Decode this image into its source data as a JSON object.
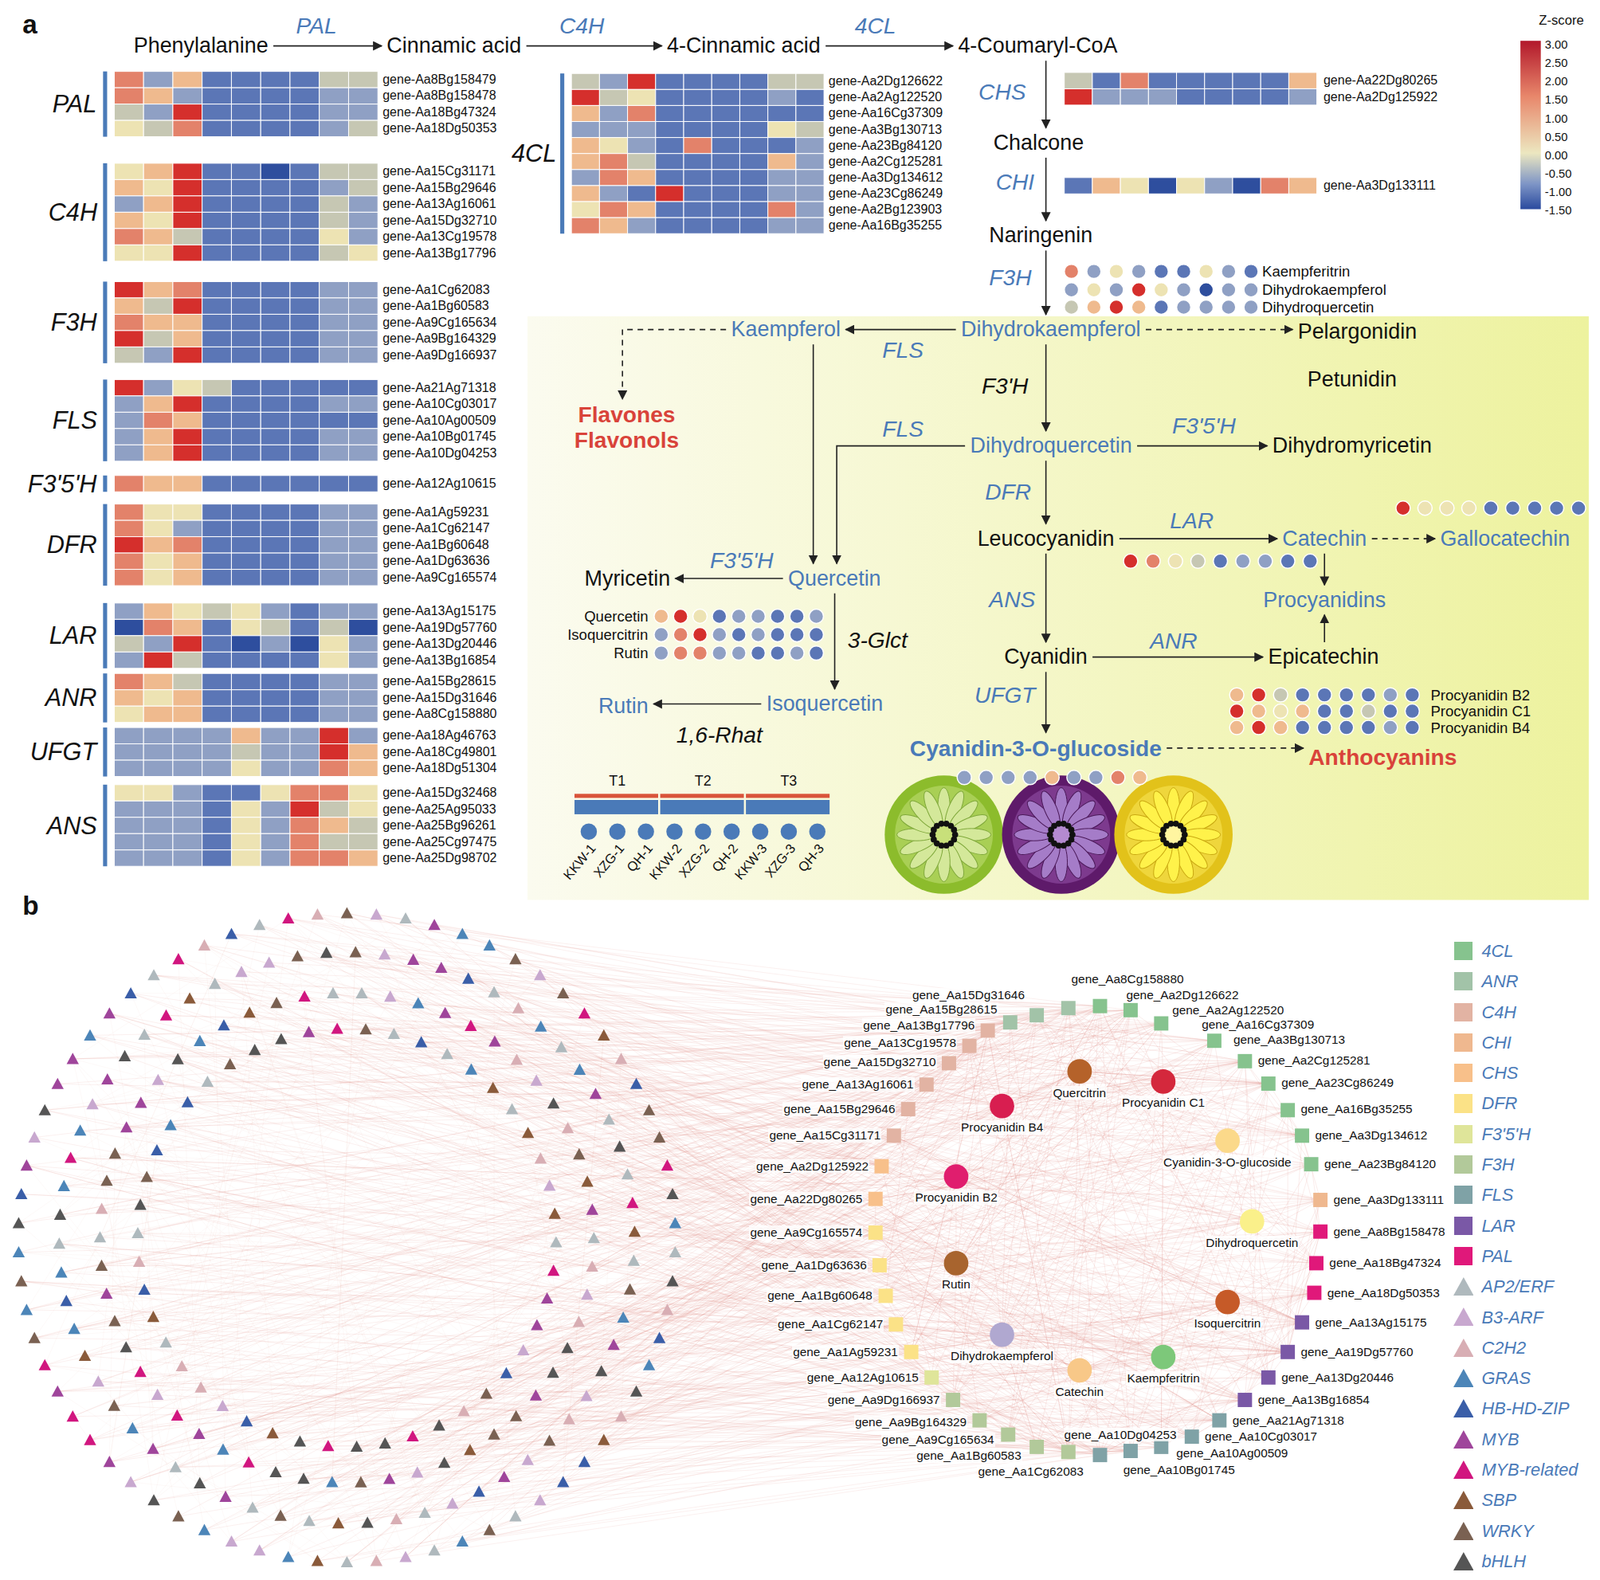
{
  "diagram": {
    "nodes": [
      {
        "text": [
          "Phenylalanine"
        ]
      },
      {
        "text": [
          "Cinnamic acid"
        ]
      },
      {
        "text": [
          "4-Cinnamic acid"
        ]
      },
      {
        "text": [
          "4-Coumaryl-CoA"
        ]
      },
      {
        "text": [
          "Chalcone"
        ]
      },
      {
        "text": [
          "Naringenin"
        ]
      },
      {
        "text": [
          "Kaempferol"
        ]
      },
      {
        "text": [
          "Dihydrokaempferol"
        ]
      },
      {
        "text": [
          "Pelargonidin"
        ]
      },
      {
        "text": [
          "Flavones Flavonols"
        ]
      },
      {
        "text": [
          "Dihydroquercetin"
        ]
      },
      {
        "text": [
          "Dihydromyricetin"
        ]
      },
      {
        "text": [
          "Leucocyanidin"
        ]
      },
      {
        "text": [
          "Catechin"
        ]
      },
      {
        "text": [
          "Gallocatechin"
        ]
      },
      {
        "text": [
          "Myricetin"
        ]
      },
      {
        "text": [
          "Quercetin"
        ]
      },
      {
        "text": [
          "Procyanidins"
        ]
      },
      {
        "text": [
          "Cyanidin"
        ]
      },
      {
        "text": [
          "Epicatechin"
        ]
      },
      {
        "text": [
          "Isoquercetin"
        ]
      },
      {
        "text": [
          "Rutin"
        ]
      },
      {
        "text": [
          "Cyanidin-3-O-glucoside"
        ]
      },
      {
        "text": [
          "Anthocyanins"
        ]
      }
    ],
    "edges": [
      {
        "from": 0,
        "to": 1,
        "label": "PAL",
        "arrow": "to"
      },
      {
        "from": 1,
        "to": 2,
        "label": "C4H",
        "arrow": "to"
      },
      {
        "from": 2,
        "to": 3,
        "label": "4CL",
        "arrow": "to"
      },
      {
        "from": 3,
        "to": 4,
        "label": "CHS",
        "arrow": "to"
      },
      {
        "from": 4,
        "to": 5,
        "label": "CHI",
        "arrow": "to"
      },
      {
        "from": 5,
        "to": 7,
        "label": "F3H",
        "arrow": "to"
      },
      {
        "from": 7,
        "to": 6,
        "label": "FLS",
        "arrow": "to"
      },
      {
        "from": 7,
        "to": 8,
        "arrow": "to"
      },
      {
        "from": 6,
        "to": 9,
        "arrow": "to"
      },
      {
        "from": 6,
        "to": 16,
        "arrow": "to"
      },
      {
        "from": 7,
        "to": 10,
        "label": "F3'H",
        "arrow": "to"
      },
      {
        "from": 10,
        "to": 16,
        "label": "FLS",
        "arrow": "to"
      },
      {
        "from": 10,
        "to": 11,
        "label": "F3'5'H",
        "arrow": "to"
      },
      {
        "from": 10,
        "to": 12,
        "label": "DFR",
        "arrow": "to"
      },
      {
        "from": 12,
        "to": 13,
        "label": "LAR",
        "arrow": "to"
      },
      {
        "from": 13,
        "to": 14,
        "arrow": "to"
      },
      {
        "from": 13,
        "to": 17,
        "arrow": "to"
      },
      {
        "from": 12,
        "to": 18,
        "label": "ANS",
        "arrow": "to"
      },
      {
        "from": 18,
        "to": 19,
        "label": "ANR",
        "arrow": "to"
      },
      {
        "from": 19,
        "to": 17,
        "arrow": "to"
      },
      {
        "from": 18,
        "to": 22,
        "label": "UFGT",
        "arrow": "to"
      },
      {
        "from": 22,
        "to": 23,
        "arrow": "to"
      },
      {
        "from": 16,
        "to": 15,
        "label": "F3'5'H",
        "arrow": "to"
      },
      {
        "from": 16,
        "to": 20,
        "label": "3-Glct",
        "arrow": "to"
      },
      {
        "from": 20,
        "to": 21,
        "label": "1,6-Rhat",
        "arrow": "to"
      }
    ],
    "labels": [
      "a",
      "Z-score",
      "3.00",
      "2.50",
      "2.00",
      "1.50",
      "1.00",
      "0.50",
      "0.00",
      "-0.50",
      "-1.00",
      "-1.50",
      "PAL",
      "gene-Aa8Bg158479",
      "gene-Aa8Bg158478",
      "gene-Aa18Bg47324",
      "gene-Aa18Dg50353",
      "C4H",
      "gene-Aa15Cg31171",
      "gene-Aa15Bg29646",
      "gene-Aa13Ag16061",
      "gene-Aa15Dg32710",
      "gene-Aa13Cg19578",
      "gene-Aa13Bg17796",
      "F3H",
      "gene-Aa1Cg62083",
      "gene-Aa1Bg60583",
      "gene-Aa9Cg165634",
      "gene-Aa9Bg164329",
      "gene-Aa9Dg166937",
      "FLS",
      "gene-Aa21Ag71318",
      "gene-Aa10Cg03017",
      "gene-Aa10Ag00509",
      "gene-Aa10Bg01745",
      "gene-Aa10Dg04253",
      "F3'5'H",
      "gene-Aa12Ag10615",
      "DFR",
      "gene-Aa1Ag59231",
      "gene-Aa1Cg62147",
      "gene-Aa1Bg60648",
      "gene-Aa1Dg63636",
      "gene-Aa9Cg165574",
      "LAR",
      "gene-Aa13Ag15175",
      "gene-Aa19Dg57760",
      "gene-Aa13Dg20446",
      "gene-Aa13Bg16854",
      "ANR",
      "gene-Aa15Bg28615",
      "gene-Aa15Dg31646",
      "gene-Aa8Cg158880",
      "UFGT",
      "gene-Aa18Ag46763",
      "gene-Aa18Cg49801",
      "gene-Aa18Dg51304",
      "ANS",
      "gene-Aa15Dg32468",
      "gene-Aa25Ag95033",
      "gene-Aa25Bg96261",
      "gene-Aa25Cg97475",
      "gene-Aa25Dg98702",
      "4CL",
      "gene-Aa2Dg126622",
      "gene-Aa2Ag122520",
      "gene-Aa16Cg37309",
      "gene-Aa3Bg130713",
      "gene-Aa23Bg84120",
      "gene-Aa2Cg125281",
      "gene-Aa3Dg134612",
      "gene-Aa23Cg86249",
      "gene-Aa2Bg123903",
      "gene-Aa16Bg35255",
      "gene-Aa22Dg80265",
      "gene-Aa2Dg125922",
      "gene-Aa3Dg133111",
      "Kaempferitrin",
      "Dihydrokaempferol",
      "Dihydroquercetin",
      "Petunidin",
      "Quercetin",
      "Isoquercitrin",
      "Rutin",
      "Procyanidin B2",
      "Procyanidin C1",
      "Procyanidin B4",
      "T1",
      "T2",
      "T3",
      "KKW-1",
      "XZG-1",
      "QH-1",
      "KKW-2",
      "XZG-2",
      "QH-2",
      "KKW-3",
      "XZG-3",
      "QH-3",
      "b",
      "gene_Aa8Cg158880",
      "gene_Aa15Dg31646",
      "gene_Aa2Dg126622",
      "gene_Aa15Bg28615",
      "gene_Aa2Ag122520",
      "gene_Aa13Bg17796",
      "gene_Aa16Cg37309",
      "gene_Aa13Cg19578",
      "gene_Aa3Bg130713",
      "gene_Aa15Dg32710",
      "gene_Aa2Cg125281",
      "gene_Aa13Ag16061",
      "gene_Aa23Cg86249",
      "gene_Aa15Bg29646",
      "gene_Aa16Bg35255",
      "gene_Aa15Cg31171",
      "gene_Aa3Dg134612",
      "gene_Aa2Dg125922",
      "gene_Aa23Bg84120",
      "gene_Aa22Dg80265",
      "gene_Aa3Dg133111",
      "gene_Aa9Cg165574",
      "gene_Aa8Bg158478",
      "gene_Aa1Dg63636",
      "gene_Aa18Bg47324",
      "gene_Aa1Bg60648",
      "gene_Aa18Dg50353",
      "gene_Aa1Cg62147",
      "gene_Aa13Ag15175",
      "gene_Aa1Ag59231",
      "gene_Aa19Dg57760",
      "gene_Aa12Ag10615",
      "gene_Aa13Dg20446",
      "gene_Aa9Dg166937",
      "gene_Aa13Bg16854",
      "gene_Aa9Bg164329",
      "gene_Aa21Ag71318",
      "gene_Aa9Cg165634",
      "gene_Aa10Dg04253",
      "gene_Aa10Cg03017",
      "gene_Aa1Bg60583",
      "gene_Aa10Ag00509",
      "gene_Aa1Cg62083",
      "gene_Aa10Bg01745",
      "Quercitrin",
      "Procyanidin C1",
      "Procyanidin B4",
      "Cyanidin-3-O-glucoside",
      "Procyanidin B2",
      "Dihydroquercetin",
      "Rutin",
      "Isoquercitrin",
      "Dihydrokaempferol",
      "Kaempferitrin",
      "Catechin"
    ],
    "legend": [
      {
        "text": "4CL",
        "color": "#86c38e"
      },
      {
        "text": "ANR",
        "color": "#a2c3a8"
      },
      {
        "text": "C4H",
        "color": "#e2b3a3"
      },
      {
        "text": "CHI",
        "color": "#efb88f"
      },
      {
        "text": "CHS",
        "color": "#f8c08a"
      },
      {
        "text": "DFR",
        "color": "#fbe287"
      },
      {
        "text": "F3'5'H",
        "color": "#dfe59a"
      },
      {
        "text": "F3H",
        "color": "#b2c99a"
      },
      {
        "text": "FLS",
        "color": "#7fa2a6"
      },
      {
        "text": "LAR",
        "color": "#7a58a6"
      },
      {
        "text": "PAL",
        "color": "#e0187a"
      },
      {
        "text": "AP2/ERF",
        "color": "#afb9bd"
      },
      {
        "text": "B3-ARF",
        "color": "#c8a8cf"
      },
      {
        "text": "C2H2",
        "color": "#d8aeb4"
      },
      {
        "text": "GRAS",
        "color": "#4c85b8"
      },
      {
        "text": "HB-HD-ZIP",
        "color": "#3a5ea8"
      },
      {
        "text": "MYB",
        "color": "#9f459b"
      },
      {
        "text": "MYB-related",
        "color": "#d1167f"
      },
      {
        "text": "SBP",
        "color": "#8a5a3a"
      },
      {
        "text": "WRKY",
        "color": "#7a6152"
      },
      {
        "text": "bHLH",
        "color": "#555555"
      }
    ]
  }
}
